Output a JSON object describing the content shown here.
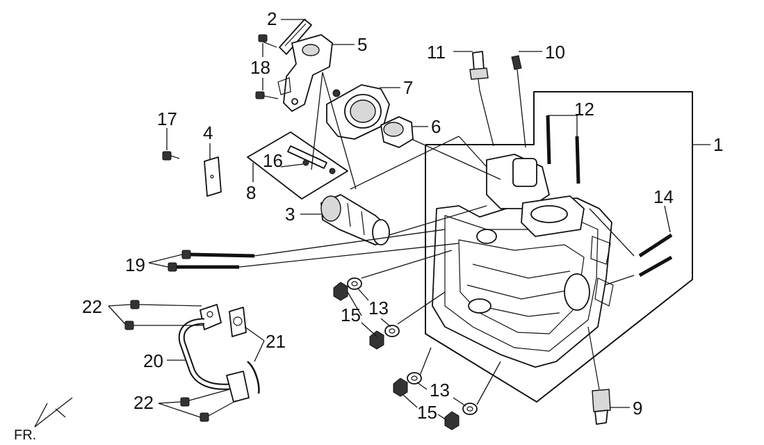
{
  "callouts": {
    "c1": "1",
    "c2": "2",
    "c3": "3",
    "c4": "4",
    "c5": "5",
    "c6": "6",
    "c7": "7",
    "c8": "8",
    "c9": "9",
    "c10": "10",
    "c11": "11",
    "c12": "12",
    "c13a": "13",
    "c13b": "13",
    "c14": "14",
    "c15a": "15",
    "c15b": "15",
    "c16": "16",
    "c17": "17",
    "c18": "18",
    "c19": "19",
    "c20": "20",
    "c21": "21",
    "c22a": "22",
    "c22b": "22"
  },
  "orientation": {
    "label": "FR."
  }
}
